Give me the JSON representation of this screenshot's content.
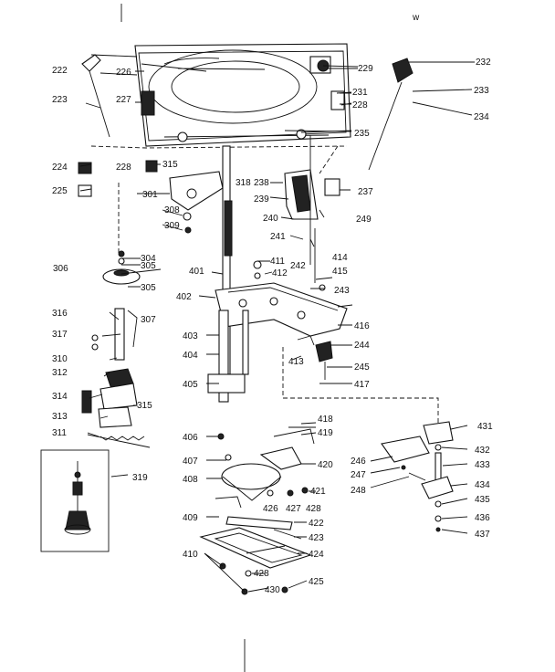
{
  "diagram": {
    "header_mark": "w",
    "labels": {
      "n222": "222",
      "n223": "223",
      "n224": "224",
      "n225": "225",
      "n226": "226",
      "n227": "227",
      "n228": "228",
      "n229": "229",
      "n228b": "228",
      "n231": "231",
      "n232": "232",
      "n233": "233",
      "n234": "234",
      "n235": "235",
      "n237": "237",
      "n238": "238",
      "n239": "239",
      "n240": "240",
      "n241": "241",
      "n242": "242",
      "n243": "243",
      "n244": "244",
      "n245": "245",
      "n246": "246",
      "n247": "247",
      "n248": "248",
      "n249": "249",
      "n301": "301",
      "n304": "304",
      "n305a": "305",
      "n305b": "305",
      "n306": "306",
      "n307": "307",
      "n308": "308",
      "n309": "309",
      "n310": "310",
      "n311": "311",
      "n312": "312",
      "n313": "313",
      "n314": "314",
      "n315a": "315",
      "n315b": "315",
      "n316": "316",
      "n317": "317",
      "n318": "318",
      "n319": "319",
      "n401": "401",
      "n402": "402",
      "n403": "403",
      "n404": "404",
      "n405": "405",
      "n406": "406",
      "n407": "407",
      "n408": "408",
      "n409": "409",
      "n410": "410",
      "n411": "411",
      "n412": "412",
      "n413": "413",
      "n414": "414",
      "n415": "415",
      "n416": "416",
      "n417": "417",
      "n418": "418",
      "n419": "419",
      "n420": "420",
      "n421": "421",
      "n422": "422",
      "n423": "423",
      "n424": "424",
      "n425": "425",
      "n426": "426",
      "n427": "427",
      "n428a": "428",
      "n428b": "428",
      "n430": "430",
      "n431": "431",
      "n432": "432",
      "n433": "433",
      "n434": "434",
      "n435": "435",
      "n436": "436",
      "n437": "437"
    }
  }
}
